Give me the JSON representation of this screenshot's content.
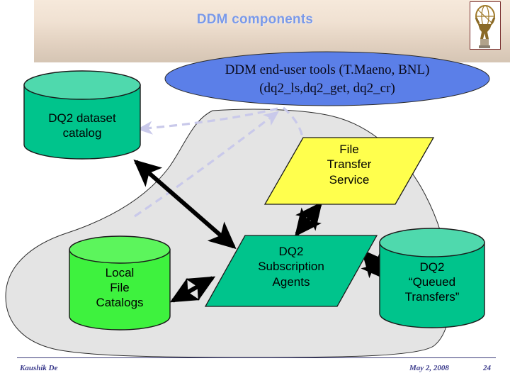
{
  "slide": {
    "title": "DDM components",
    "logo_alt": "atlas-logo"
  },
  "diagram": {
    "enduser_tools": {
      "line1": "DDM end-user tools (T.Maeno, BNL)",
      "line2": "(dq2_ls,dq2_get, dq2_cr)",
      "text": "DDM end-user tools (T.Maeno, BNL)\n(dq2_ls,dq2_get, dq2_cr)",
      "color": "#5b7fe8"
    },
    "dq2_dataset_catalog": {
      "text": "DQ2 dataset\ncatalog",
      "color": "#00c48c",
      "top_color": "#4fd9ad"
    },
    "local_file_catalogs": {
      "text": "Local\nFile\nCatalogs",
      "color": "#3ef23e",
      "top_color": "#5cf55c"
    },
    "dq2_queued_transfers": {
      "text": "DQ2\n“Queued\nTransfers”",
      "color": "#00c48c",
      "top_color": "#4fd9ad"
    },
    "file_transfer_service": {
      "text": "File\nTransfer\nService",
      "color": "#ffff4d"
    },
    "dq2_subscription_agents": {
      "text": "DQ2\nSubscription\nAgents",
      "color": "#00c48c"
    },
    "cloud_color": "#e4e4e4",
    "arrow_color": "#000000",
    "dashed_arrow_color": "#c9c9ea"
  },
  "footer": {
    "author": "Kaushik De",
    "date": "May 2, 2008",
    "page": "24"
  }
}
